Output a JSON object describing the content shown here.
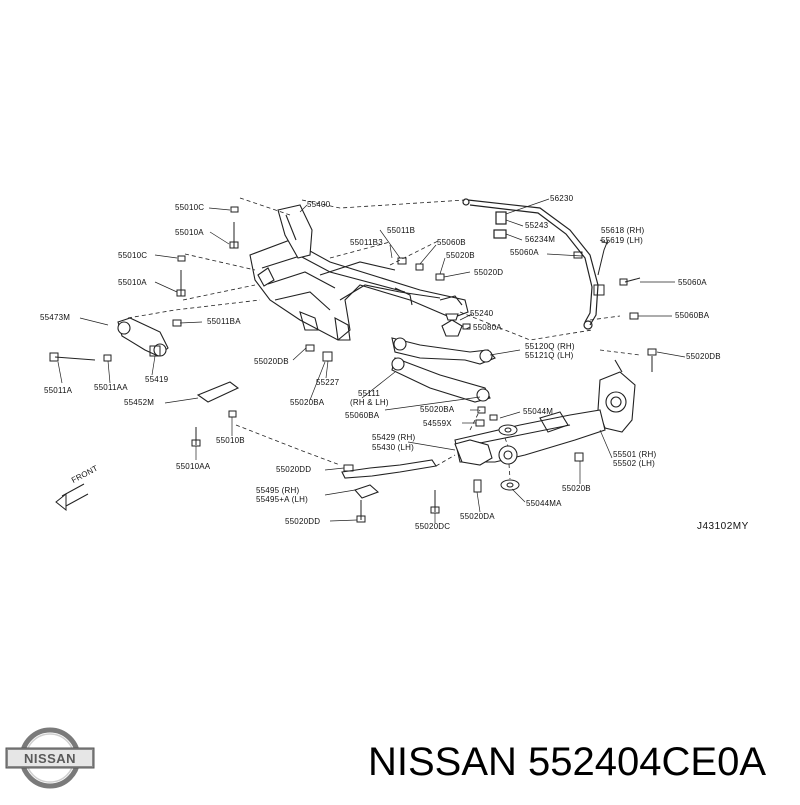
{
  "labels": {
    "l55010C_a": "55010C",
    "l55010A_a": "55010A",
    "l55400": "55400",
    "l55010C_b": "55010C",
    "l55010A_b": "55010A",
    "l55011B": "55011B",
    "l55011B3": "55011B3",
    "l55060B": "55060B",
    "l55020B_a": "55020B",
    "l55020D": "55020D",
    "l56230": "56230",
    "l55243": "55243",
    "l56234M": "56234M",
    "l55060A_a": "55060A",
    "l55618": "55618 (RH)",
    "l55619": "55619 (LH)",
    "l55060A_b": "55060A",
    "l55060BA_a": "55060BA",
    "l55473M": "55473M",
    "l55011BA": "55011BA",
    "l55240": "55240",
    "l55080A": "55080A",
    "l55120Q": "55120Q (RH)",
    "l55121Q": "55121Q (LH)",
    "l55020DB_a": "55020DB",
    "l55020DB_b": "55020DB",
    "l55227": "55227",
    "l55011A": "55011A",
    "l55011AA": "55011AA",
    "l55419": "55419",
    "l55452M": "55452M",
    "l55020BA_a": "55020BA",
    "l55111": "55111",
    "l55111sub": "(RH & LH)",
    "l55060BA_b": "55060BA",
    "l55020BA_b": "55020BA",
    "l54559X": "54559X",
    "l55044M": "55044M",
    "l55010B": "55010B",
    "l55010AA": "55010AA",
    "l55429": "55429 (RH)",
    "l55430": "55430 (LH)",
    "l55020DD_a": "55020DD",
    "l55501": "55501 (RH)",
    "l55502": "55502 (LH)",
    "l55020B_b": "55020B",
    "l55495": "55495 (RH)",
    "l55495A": "55495+A (LH)",
    "l55044MA": "55044MA",
    "l55020DD_b": "55020DD",
    "l55020DC": "55020DC",
    "l55020DA": "55020DA",
    "front": "FRONT",
    "code": "J43102MY"
  },
  "footer": {
    "brand": "NISSAN",
    "part_number": "552404CE0A",
    "title": "NISSAN 552404CE0A"
  },
  "logo": {
    "text": "NISSAN"
  }
}
